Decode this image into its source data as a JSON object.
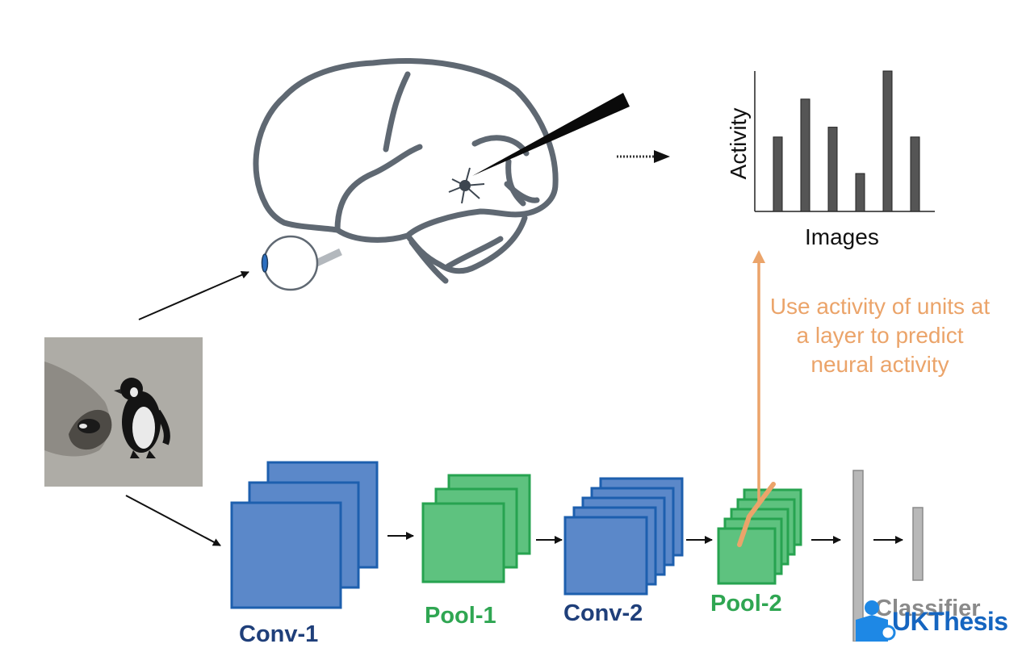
{
  "annotation": "Use activity of units at a layer to predict neural activity",
  "bar_chart": {
    "type": "bar",
    "xlabel": "Images",
    "ylabel": "Activity",
    "values": [
      0.53,
      0.8,
      0.6,
      0.27,
      1.0,
      0.53
    ]
  },
  "layers": {
    "conv1": "Conv-1",
    "pool1": "Pool-1",
    "conv2": "Conv-2",
    "pool2": "Pool-2",
    "classifier": "Classifier"
  },
  "colors": {
    "conv_fill": "#5b88c9",
    "conv_stroke": "#1d5fae",
    "pool_fill": "#5ec27f",
    "pool_stroke": "#27a350",
    "annotation": "#eba46a",
    "brain": "#5f6872"
  },
  "watermark": {
    "logo": "UKThesis"
  }
}
